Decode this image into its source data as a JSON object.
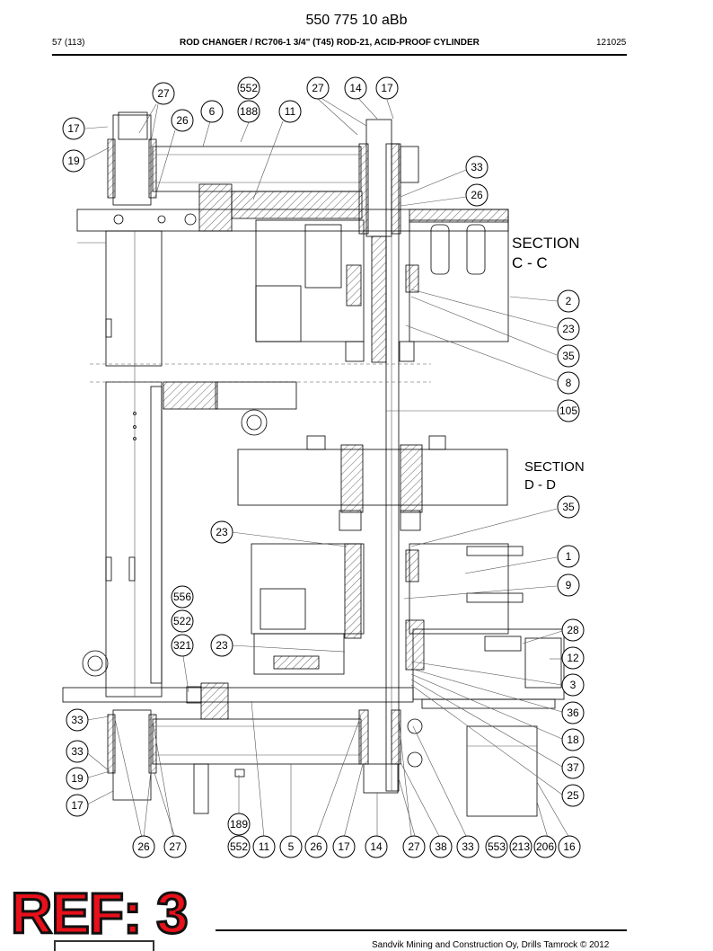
{
  "document": {
    "title": "550 775 10 aBb",
    "page": "57 (113)",
    "subtitle": "ROD CHANGER / RC706-1 3/4\" (T45) ROD-21, ACID-PROOF CYLINDER",
    "code": "121025"
  },
  "sections": {
    "cc_line1": "SECTION",
    "cc_line2": "C - C",
    "dd_line1": "SECTION",
    "dd_line2": "D - D"
  },
  "callouts": [
    {
      "label": "27"
    },
    {
      "label": "552"
    },
    {
      "label": "188"
    },
    {
      "label": "27"
    },
    {
      "label": "14"
    },
    {
      "label": "17"
    },
    {
      "label": "6"
    },
    {
      "label": "11"
    },
    {
      "label": "26"
    },
    {
      "label": "17"
    },
    {
      "label": "19"
    },
    {
      "label": "33"
    },
    {
      "label": "26"
    },
    {
      "label": "2"
    },
    {
      "label": "23"
    },
    {
      "label": "35"
    },
    {
      "label": "8"
    },
    {
      "label": "105"
    },
    {
      "label": "35"
    },
    {
      "label": "23"
    },
    {
      "label": "1"
    },
    {
      "label": "9"
    },
    {
      "label": "556"
    },
    {
      "label": "522"
    },
    {
      "label": "321"
    },
    {
      "label": "23"
    },
    {
      "label": "28"
    },
    {
      "label": "12"
    },
    {
      "label": "3"
    },
    {
      "label": "36"
    },
    {
      "label": "18"
    },
    {
      "label": "37"
    },
    {
      "label": "25"
    },
    {
      "label": "33"
    },
    {
      "label": "33"
    },
    {
      "label": "19"
    },
    {
      "label": "17"
    },
    {
      "label": "189"
    },
    {
      "label": "26"
    },
    {
      "label": "27"
    },
    {
      "label": "552"
    },
    {
      "label": "11"
    },
    {
      "label": "5"
    },
    {
      "label": "26"
    },
    {
      "label": "17"
    },
    {
      "label": "14"
    },
    {
      "label": "27"
    },
    {
      "label": "38"
    },
    {
      "label": "33"
    },
    {
      "label": "553"
    },
    {
      "label": "213"
    },
    {
      "label": "206"
    },
    {
      "label": "16"
    }
  ],
  "stamp": "REF: 3",
  "footer": "Sandvik Mining and Construction Oy, Drills Tamrock © 2012"
}
